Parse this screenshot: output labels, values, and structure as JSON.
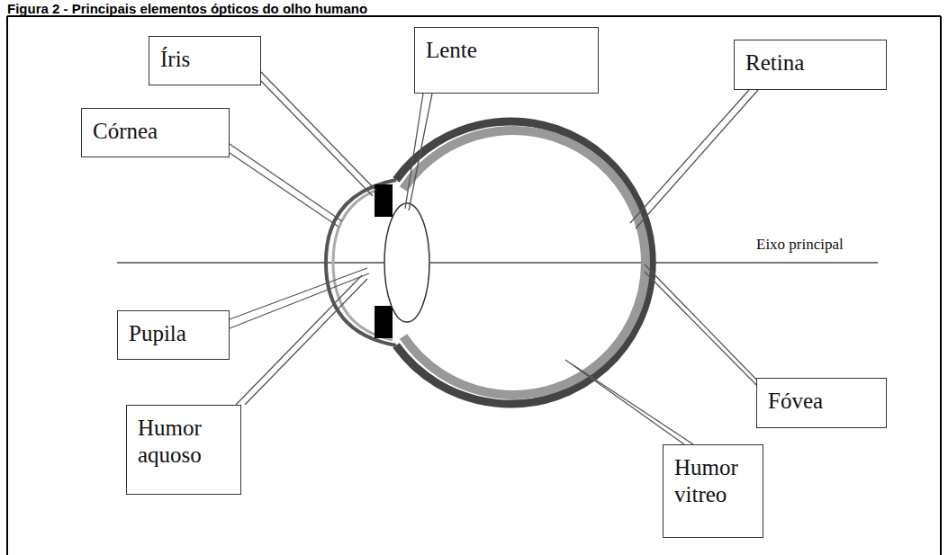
{
  "diagram": {
    "title": "Figura 2 - Principais elementos ópticos do olho humano",
    "nodes": [
      {
        "text": [
          "Íris"
        ]
      },
      {
        "text": [
          "Lente"
        ]
      },
      {
        "text": [
          "Retina"
        ]
      },
      {
        "text": [
          "Córnea"
        ]
      },
      {
        "text": [
          "Pupila"
        ]
      },
      {
        "text": [
          "Fóvea"
        ]
      },
      {
        "text": [
          "Humor aquoso"
        ]
      },
      {
        "text": [
          "Humor vitreo"
        ]
      }
    ],
    "labels": [
      "Eixo principal"
    ]
  }
}
